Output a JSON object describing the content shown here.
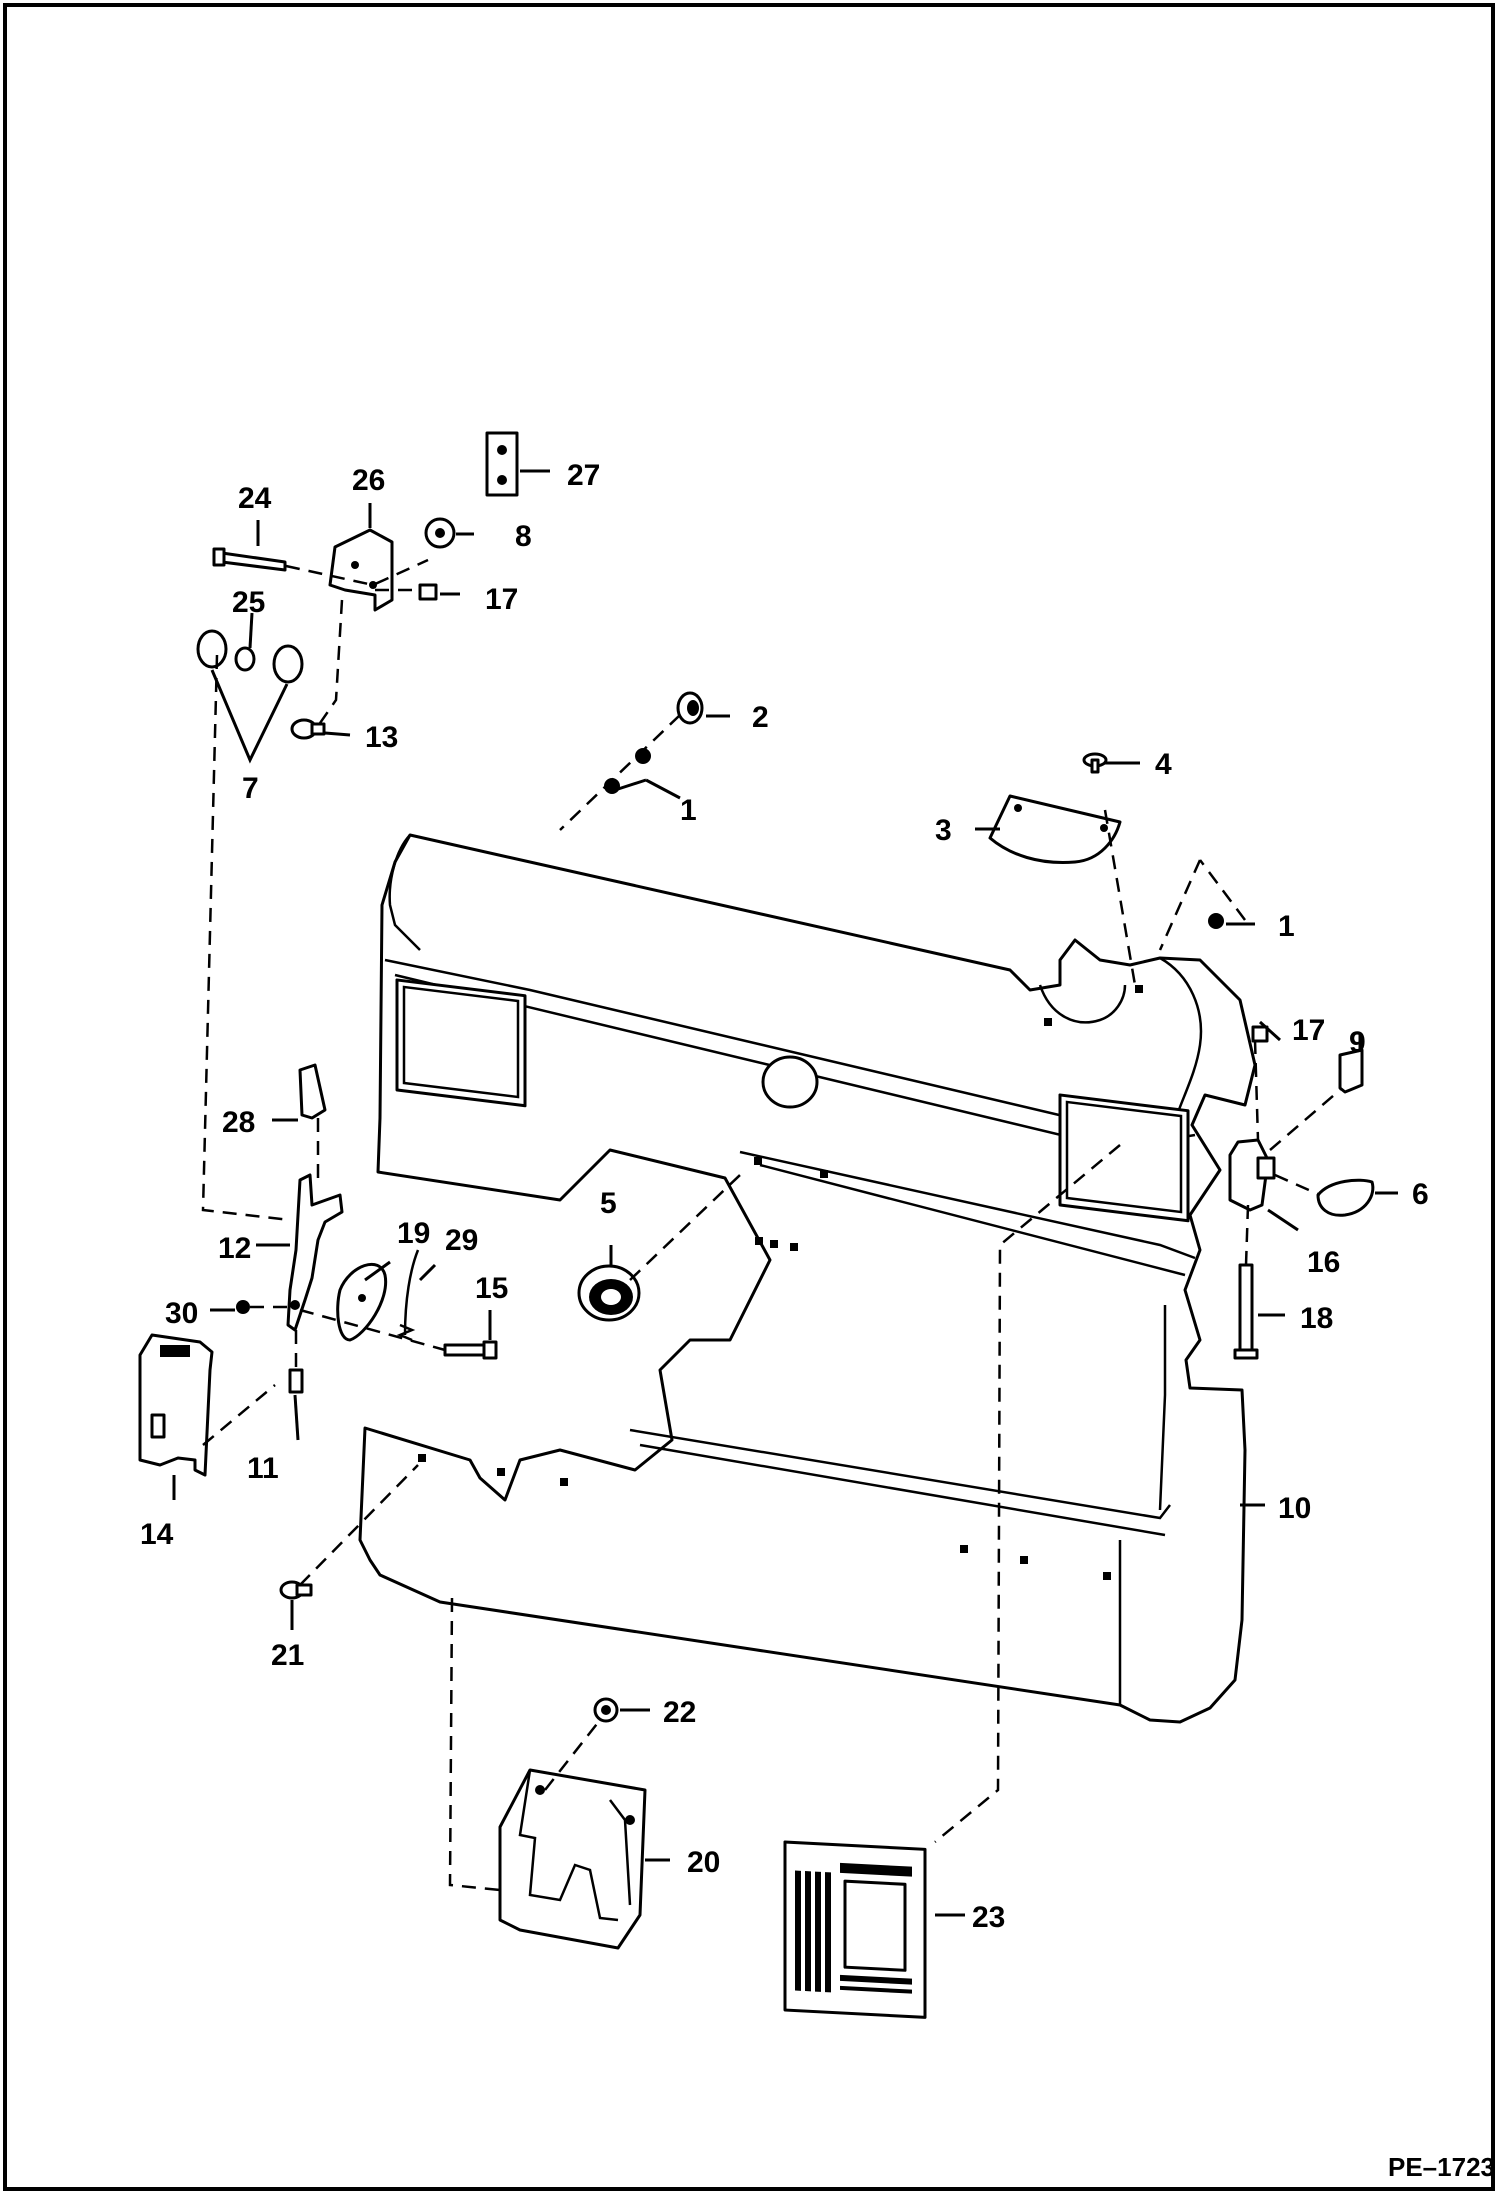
{
  "figure_id": "PE–1723",
  "callouts": [
    {
      "id": "1a",
      "text": "1"
    },
    {
      "id": "1b",
      "text": "1"
    },
    {
      "id": "2",
      "text": "2"
    },
    {
      "id": "3",
      "text": "3"
    },
    {
      "id": "4",
      "text": "4"
    },
    {
      "id": "5",
      "text": "5"
    },
    {
      "id": "6",
      "text": "6"
    },
    {
      "id": "7",
      "text": "7"
    },
    {
      "id": "8",
      "text": "8"
    },
    {
      "id": "9",
      "text": "9"
    },
    {
      "id": "10",
      "text": "10"
    },
    {
      "id": "11",
      "text": "11"
    },
    {
      "id": "12",
      "text": "12"
    },
    {
      "id": "13",
      "text": "13"
    },
    {
      "id": "14",
      "text": "14"
    },
    {
      "id": "15",
      "text": "15"
    },
    {
      "id": "16",
      "text": "16"
    },
    {
      "id": "17a",
      "text": "17"
    },
    {
      "id": "17b",
      "text": "17"
    },
    {
      "id": "18",
      "text": "18"
    },
    {
      "id": "19",
      "text": "19"
    },
    {
      "id": "20",
      "text": "20"
    },
    {
      "id": "21",
      "text": "21"
    },
    {
      "id": "22",
      "text": "22"
    },
    {
      "id": "23",
      "text": "23"
    },
    {
      "id": "24",
      "text": "24"
    },
    {
      "id": "25",
      "text": "25"
    },
    {
      "id": "26",
      "text": "26"
    },
    {
      "id": "27",
      "text": "27"
    },
    {
      "id": "28",
      "text": "28"
    },
    {
      "id": "29",
      "text": "29"
    },
    {
      "id": "30",
      "text": "30"
    }
  ]
}
